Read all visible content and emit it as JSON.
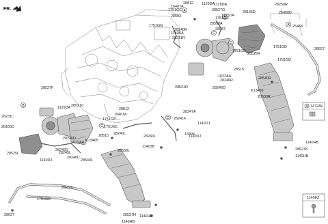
{
  "header": {
    "title": "FR."
  },
  "labels": [
    "28812",
    "1540TA",
    "1751GC",
    "28593",
    "1751GG",
    "1129DA",
    "28527G",
    "1751GC",
    "28590A",
    "28537",
    "1125DA",
    "28240R",
    "28165D",
    "1140SA",
    "28231R",
    "1751GD",
    "28250R",
    "25468D",
    "25468",
    "28525R",
    "1751GD",
    "28627",
    "1751GD",
    "28521D",
    "28246R",
    "28515",
    "1022AA",
    "28246D",
    "K13465",
    "28540R",
    "28530R",
    "1129DA",
    "28527F",
    "28521C",
    "1129DA",
    "28231L",
    "28165D",
    "28246D",
    "1022AA",
    "K13465",
    "28525L",
    "28246D",
    "28245L",
    "28240L",
    "1140DJ",
    "28246C",
    "28515",
    "28540L",
    "28812",
    "1540TA",
    "1751GC",
    "1751GC",
    "28247A",
    "28241F",
    "1140DJ",
    "13396",
    "1140DJ",
    "28240L",
    "11403B",
    "28530L",
    "28250L",
    "1751GD",
    "28627",
    "1140HB",
    "28627K",
    "1140HB",
    "28527H",
    "1140HB",
    "1140HB",
    "1472AV",
    "1140FZ"
  ],
  "callouts": [
    "A",
    "B",
    "B",
    "C",
    "C",
    "D",
    "D",
    "A"
  ],
  "legend": [
    {
      "letter": "a",
      "code": "1472AV"
    },
    {
      "code": "1140FZ"
    }
  ],
  "icons": [
    "fr-arrow-icon",
    "bolt-icon",
    "clip-icon"
  ]
}
